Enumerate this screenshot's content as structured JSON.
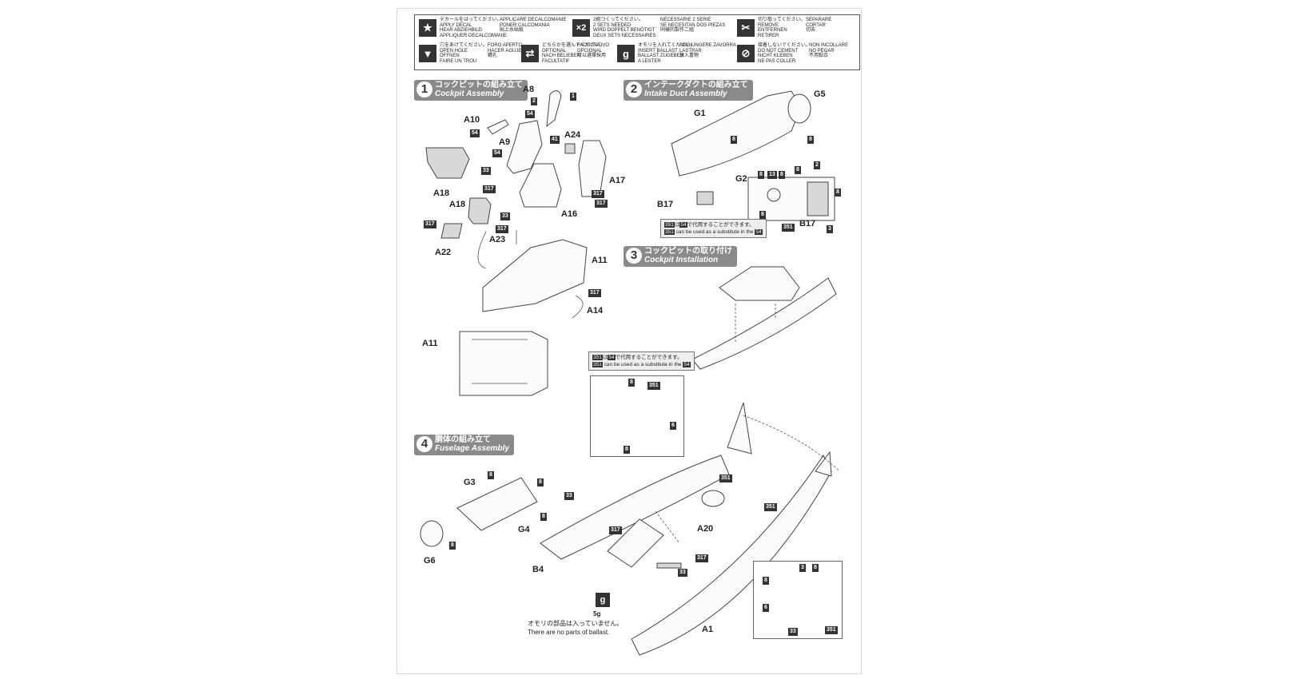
{
  "legend": [
    {
      "icon": "star-decal-icon",
      "glyph": "★",
      "text": "デカールをはってください。\nAPPLY DECAL\nHEAR ABZIEHBILD\nAPPLIQUER DECALCOMANIE",
      "text2": "APPLICARE DECALCOMANIE\nPONER CALCOMANIA\n貼上水貼紙"
    },
    {
      "icon": "x2-icon",
      "glyph": "×2",
      "text": "2組つくってください。\n2 SETS NEEDED\nWIRD DOPPELT BENÖTIGT\nDEUX SETS NECESSAIRES",
      "text2": "NECESSARIE 2 SERIE\nSE NECESITAN DOS PIEZAS\n同樣的製作二組"
    },
    {
      "icon": "cut-remove-icon",
      "glyph": "✂",
      "text": "切り取ってください。\nREMOVE\nENTFERNEN\nRETIRER",
      "text2": "SEPARARE\nCORTAR\n切去"
    },
    {
      "icon": "drill-hole-icon",
      "glyph": "▼",
      "text": "穴をあけてください。\nOPEN HOLE\nÖFFNEN\nFAIRE UN TROU",
      "text2": "FORO APERTO\nHACER AGUJERO\n鑽孔"
    },
    {
      "icon": "optional-icon",
      "glyph": "⇄",
      "text": "どちらかを選んでください。\nOPTIONAL\nNACH BELIEBEN\nFACULTATIF",
      "text2": "FACOLTATIVO\nOPCIONAL\n可以選擇採用"
    },
    {
      "icon": "ballast-icon",
      "glyph": "g",
      "text": "オモリを入れてください。\nINSERT BALLAST\nBALLAST ZUGEBEN\nA LESTER",
      "text2": "AGGIUNGERE ZAVORRA\nLASTRAR\n放入重物"
    },
    {
      "icon": "no-glue-icon",
      "glyph": "⊘",
      "text": "接着しないでください。\nDO NOT CEMENT\nNICHT KLEBEN\nNE PAS COLLER",
      "text2": "NON INCOLLARE\nNO PEGAR\n不用黏合"
    }
  ],
  "steps": [
    {
      "num": "1",
      "jp": "コックピットの組み立て",
      "en": "Cockpit Assembly"
    },
    {
      "num": "2",
      "jp": "インテークダクトの組み立て",
      "en": "Intake Duct Assembly"
    },
    {
      "num": "3",
      "jp": "コックピットの取り付け",
      "en": "Cockpit Installation"
    },
    {
      "num": "4",
      "jp": "胴体の組み立て",
      "en": "Fuselage Assembly"
    }
  ],
  "labels": {
    "A8": "A8",
    "A10": "A10",
    "A9": "A9",
    "A24": "A24",
    "A17": "A17",
    "A16": "A16",
    "A18a": "A18",
    "A18b": "A18",
    "A22": "A22",
    "A23": "A23",
    "A11a": "A11",
    "A14": "A14",
    "A11b": "A11",
    "G1": "G1",
    "G2": "G2",
    "G5": "G5",
    "B17a": "B17",
    "B17b": "B17",
    "G3": "G3",
    "G4": "G4",
    "G6": "G6",
    "B4": "B4",
    "A20": "A20",
    "A1": "A1"
  },
  "tags": {
    "t1": "1",
    "t2a": "2",
    "t54a": "54",
    "t54b": "54",
    "t54c": "54",
    "t41": "41",
    "t33a": "33",
    "t317a": "317",
    "t317b": "317",
    "t317c": "317",
    "t317d": "317",
    "t33b": "33",
    "t317e": "317",
    "t317f": "317",
    "t8a": "8",
    "t8b": "8",
    "t8c": "8",
    "t8d": "8",
    "t13": "13",
    "t8e": "8",
    "t2b": "2",
    "t8f": "8",
    "t8g": "8",
    "t3a": "3",
    "t351a": "351",
    "t8h": "8",
    "t351b": "351",
    "t6a": "6",
    "t8i": "8",
    "t8j": "8",
    "t8k": "8",
    "t8l": "8",
    "t8m": "8",
    "t33c": "33",
    "t317g": "317",
    "t351c": "351",
    "t351d": "351",
    "t317h": "317",
    "t33d": "33",
    "t3b": "3",
    "t8n": "8",
    "t8o": "8",
    "t6b": "6",
    "t33e": "33",
    "t351e": "351"
  },
  "notes": {
    "n1_line1_tag_a": "351",
    "n1_line1_mid": "は",
    "n1_line1_tag_b": "54",
    "n1_line1_end": "で代用することができます。",
    "n1_line2_tag_a": "351",
    "n1_line2_mid": "can be used as a substitute in the",
    "n1_line2_tag_b": "54",
    "n2_line1_tag_a": "351",
    "n2_line1_mid": "は",
    "n2_line1_tag_b": "54",
    "n2_line1_end": "で代用することができます。",
    "n2_line2_tag_a": "351",
    "n2_line2_mid": "can be used as a substitute in the",
    "n2_line2_tag_b": "54"
  },
  "ballast": {
    "weight": "5g",
    "jp": "オモリの部品は入っていません。",
    "en": "There are no parts of ballast."
  }
}
